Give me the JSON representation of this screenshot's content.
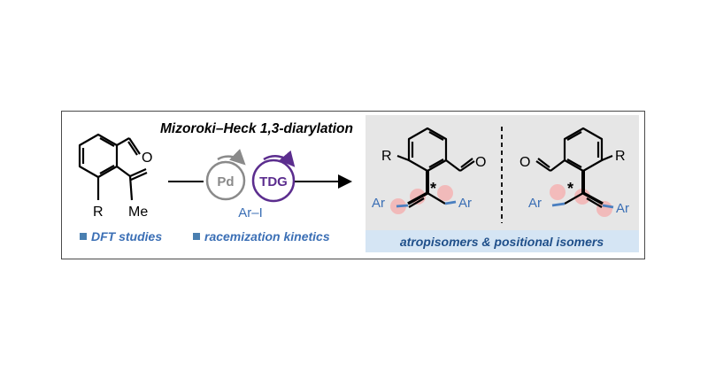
{
  "title": "Mizoroki–Heck 1,3-diarylation",
  "reactant": {
    "r_label": "R",
    "me_label": "Me",
    "aldehyde_o": "O"
  },
  "catalysis": {
    "pd_label": "Pd",
    "tdg_label": "TDG",
    "reagent": "Ar–I"
  },
  "products": {
    "left": {
      "r_label": "R",
      "o_label": "O",
      "ar_left": "Ar",
      "ar_right": "Ar",
      "stereo_mark": "*"
    },
    "right": {
      "r_label": "R",
      "o_label": "O",
      "ar_left": "Ar",
      "ar_right": "Ar",
      "stereo_mark": "*"
    }
  },
  "features": [
    "DFT studies",
    "racemization kinetics"
  ],
  "banner": "atropisomers & positional isomers",
  "colors": {
    "blue_text": "#3b6fb5",
    "blue_bond": "#4a7fc0",
    "purple": "#5b2d8e",
    "gray": "#8a8a8a",
    "panel_bg": "#e6e6e6",
    "banner_bg": "#d5e5f4",
    "highlight": "#f4b3b3",
    "bullet": "#4a7fb0"
  }
}
